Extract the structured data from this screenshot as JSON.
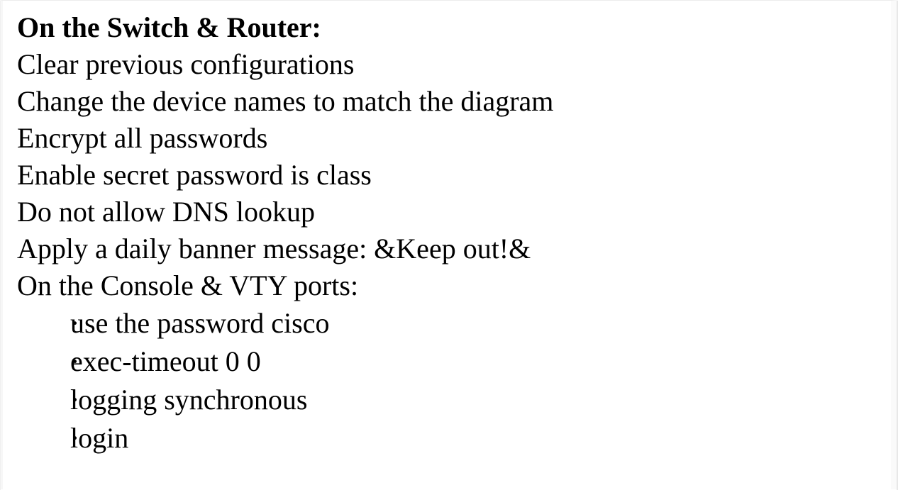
{
  "document": {
    "heading": "On the Switch & Router:",
    "lines": [
      "Clear previous configurations",
      "Change the device names to match the diagram",
      "Encrypt all passwords",
      "Enable secret password is class",
      "Do not allow DNS lookup",
      "Apply a daily banner message: &Keep out!&",
      "On the Console & VTY ports:"
    ],
    "bullet_marker": "·",
    "bullets": [
      "use the password cisco",
      "exec-timeout 0 0",
      "logging synchronous",
      "login"
    ]
  },
  "style": {
    "page_background": "#ffffff",
    "text_color": "#000000",
    "page_border_color": "#e8e8e8"
  }
}
